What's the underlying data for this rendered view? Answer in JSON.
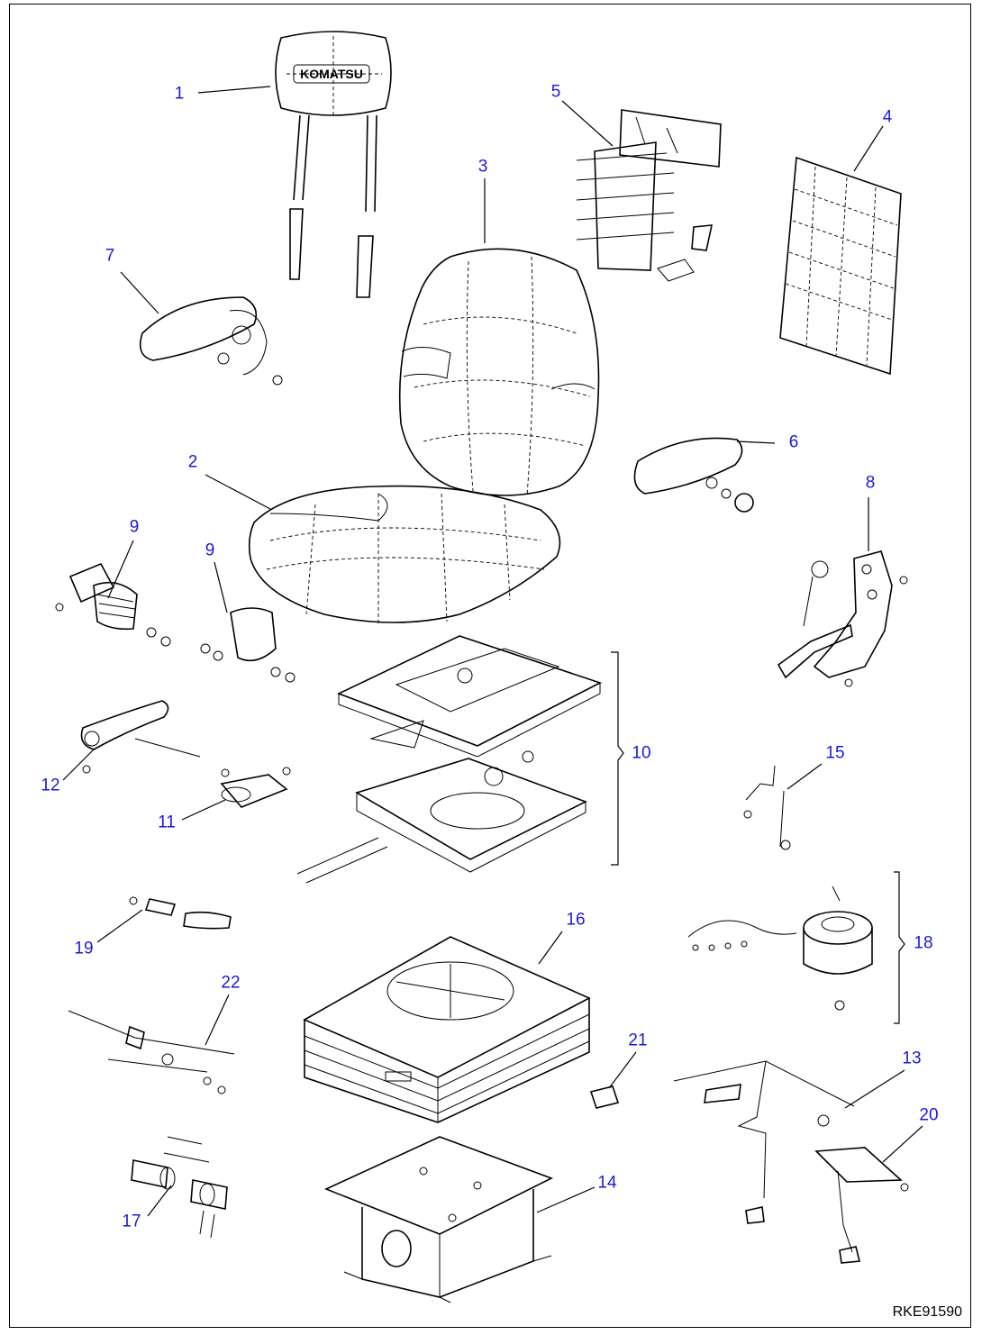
{
  "drawing_code": "RKE91590",
  "logo_text": "KOMATSU",
  "callouts": [
    {
      "id": "1",
      "label": "1"
    },
    {
      "id": "2",
      "label": "2"
    },
    {
      "id": "3",
      "label": "3"
    },
    {
      "id": "4",
      "label": "4"
    },
    {
      "id": "5",
      "label": "5"
    },
    {
      "id": "6",
      "label": "6"
    },
    {
      "id": "7",
      "label": "7"
    },
    {
      "id": "8",
      "label": "8"
    },
    {
      "id": "9a",
      "label": "9"
    },
    {
      "id": "9b",
      "label": "9"
    },
    {
      "id": "10",
      "label": "10"
    },
    {
      "id": "11",
      "label": "11"
    },
    {
      "id": "12",
      "label": "12"
    },
    {
      "id": "13",
      "label": "13"
    },
    {
      "id": "14",
      "label": "14"
    },
    {
      "id": "15",
      "label": "15"
    },
    {
      "id": "16",
      "label": "16"
    },
    {
      "id": "17",
      "label": "17"
    },
    {
      "id": "18",
      "label": "18"
    },
    {
      "id": "19",
      "label": "19"
    },
    {
      "id": "20",
      "label": "20"
    },
    {
      "id": "21",
      "label": "21"
    },
    {
      "id": "22",
      "label": "22"
    }
  ],
  "colors": {
    "callout": "#1a1adc",
    "line": "#000000",
    "background": "#ffffff"
  }
}
